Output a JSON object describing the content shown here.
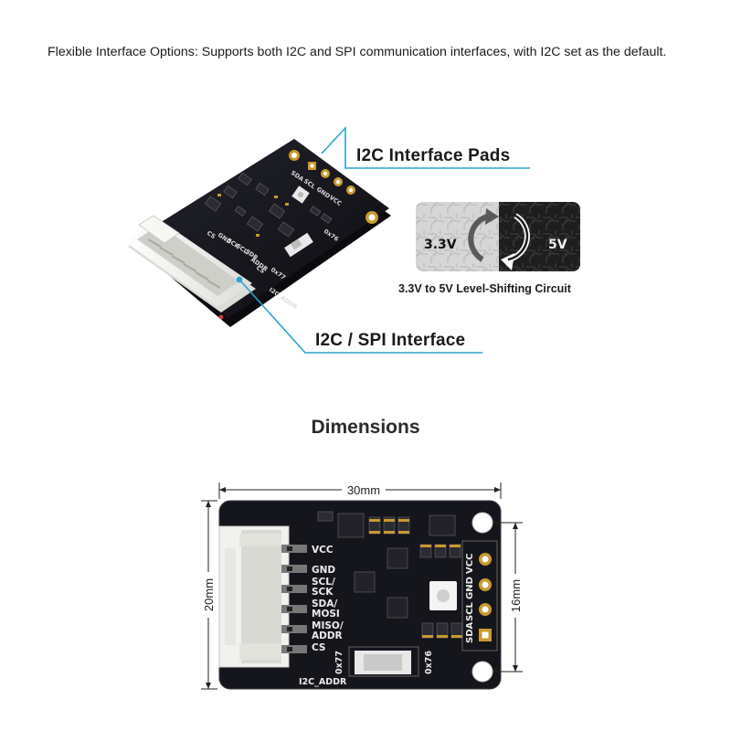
{
  "intro_text": "Flexible Interface Options: Supports both I2C and SPI communication interfaces, with I2C set as the default.",
  "callouts": {
    "pads": "I2C Interface Pads",
    "interface": "I2C / SPI Interface"
  },
  "level_shifter": {
    "low_voltage": "3.3V",
    "high_voltage": "5V",
    "caption": "3.3V to 5V Level-Shifting Circuit"
  },
  "board_3d": {
    "pad_labels": [
      "SDA",
      "SCL",
      "GND",
      "VCC"
    ],
    "connector_labels": [
      "GND",
      "SCK",
      "SCL/",
      "SDR",
      "ADDR",
      "CS"
    ],
    "addr_values": [
      "0x76",
      "0x77"
    ],
    "addr_label": "I2C_ADDR",
    "misc_label": "CS"
  },
  "dimensions": {
    "title": "Dimensions",
    "width": "30mm",
    "height": "20mm",
    "hole_spacing": "16mm"
  },
  "board_2d": {
    "pin_labels": [
      "VCC",
      "GND",
      "SCL/",
      "SCK",
      "SDA/",
      "MOSI",
      "MISO/",
      "ADDR",
      "CS"
    ],
    "pad_labels": [
      "SDA",
      "SCL",
      "GND",
      "VCC"
    ],
    "addr_left": "0x77",
    "addr_right": "0x76",
    "addr_label": "I2C_ADDR"
  },
  "colors": {
    "pcb": "#15151c",
    "callout_line": "#2aa3cf",
    "gold": "#c99a2e",
    "connector": "#f1f1ef"
  }
}
